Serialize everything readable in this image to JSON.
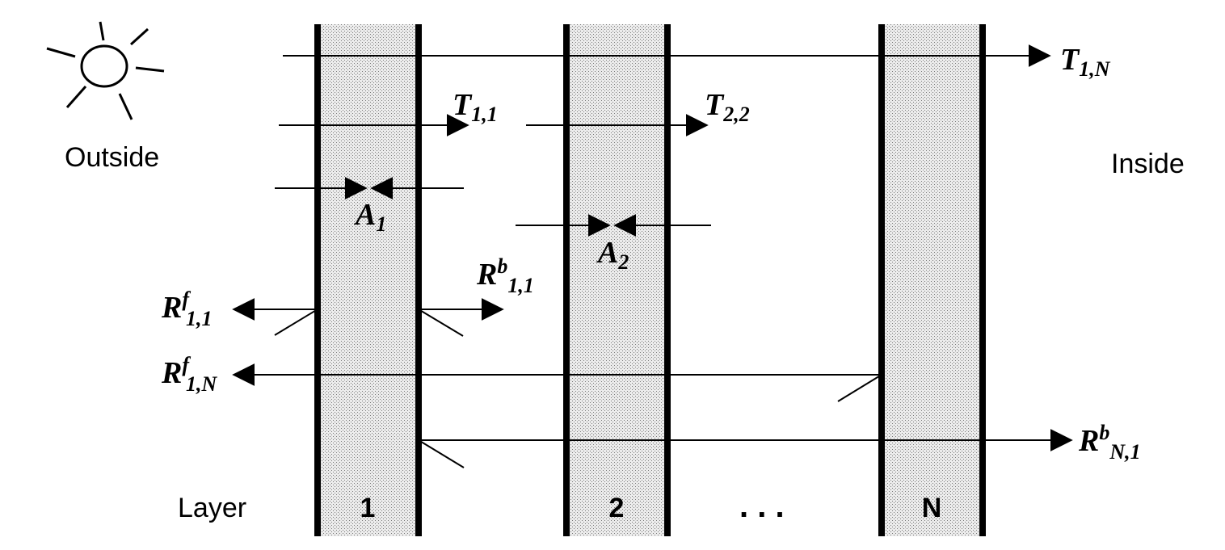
{
  "labels": {
    "outside": "Outside",
    "inside": "Inside",
    "layer": "Layer",
    "dots": ". . ."
  },
  "layers": [
    {
      "number": "1"
    },
    {
      "number": "2"
    },
    {
      "number": "N"
    }
  ],
  "symbols": {
    "t_1n": {
      "main": "T",
      "sup": "",
      "sub": "1,N"
    },
    "t_11": {
      "main": "T",
      "sup": "",
      "sub": "1,1"
    },
    "t_22": {
      "main": "T",
      "sup": "",
      "sub": "2,2"
    },
    "a_1": {
      "main": "A",
      "sup": "",
      "sub": "1"
    },
    "a_2": {
      "main": "A",
      "sup": "",
      "sub": "2"
    },
    "rf_11": {
      "main": "R",
      "sup": "f",
      "sub": "1,1"
    },
    "rb_11": {
      "main": "R",
      "sup": "b",
      "sub": "1,1"
    },
    "rf_1n": {
      "main": "R",
      "sup": "f",
      "sub": "1,N"
    },
    "rb_n1": {
      "main": "R",
      "sup": "b",
      "sub": "N,1"
    }
  }
}
